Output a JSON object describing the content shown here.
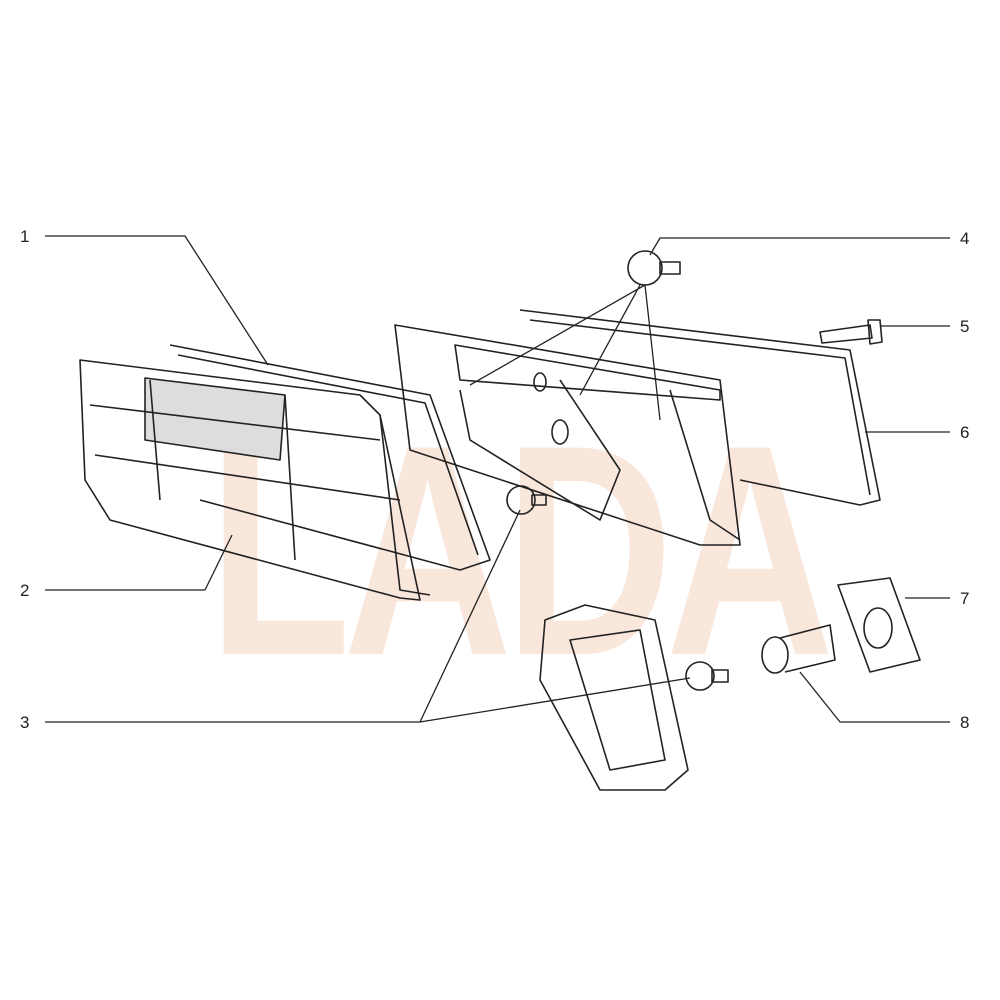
{
  "watermark": "LADA",
  "callouts": [
    {
      "number": "1"
    },
    {
      "number": "2"
    },
    {
      "number": "3"
    },
    {
      "number": "4"
    },
    {
      "number": "5"
    },
    {
      "number": "6"
    },
    {
      "number": "7"
    },
    {
      "number": "8"
    }
  ],
  "colors": {
    "line": "#222222",
    "watermark": "#f9e3d6"
  }
}
